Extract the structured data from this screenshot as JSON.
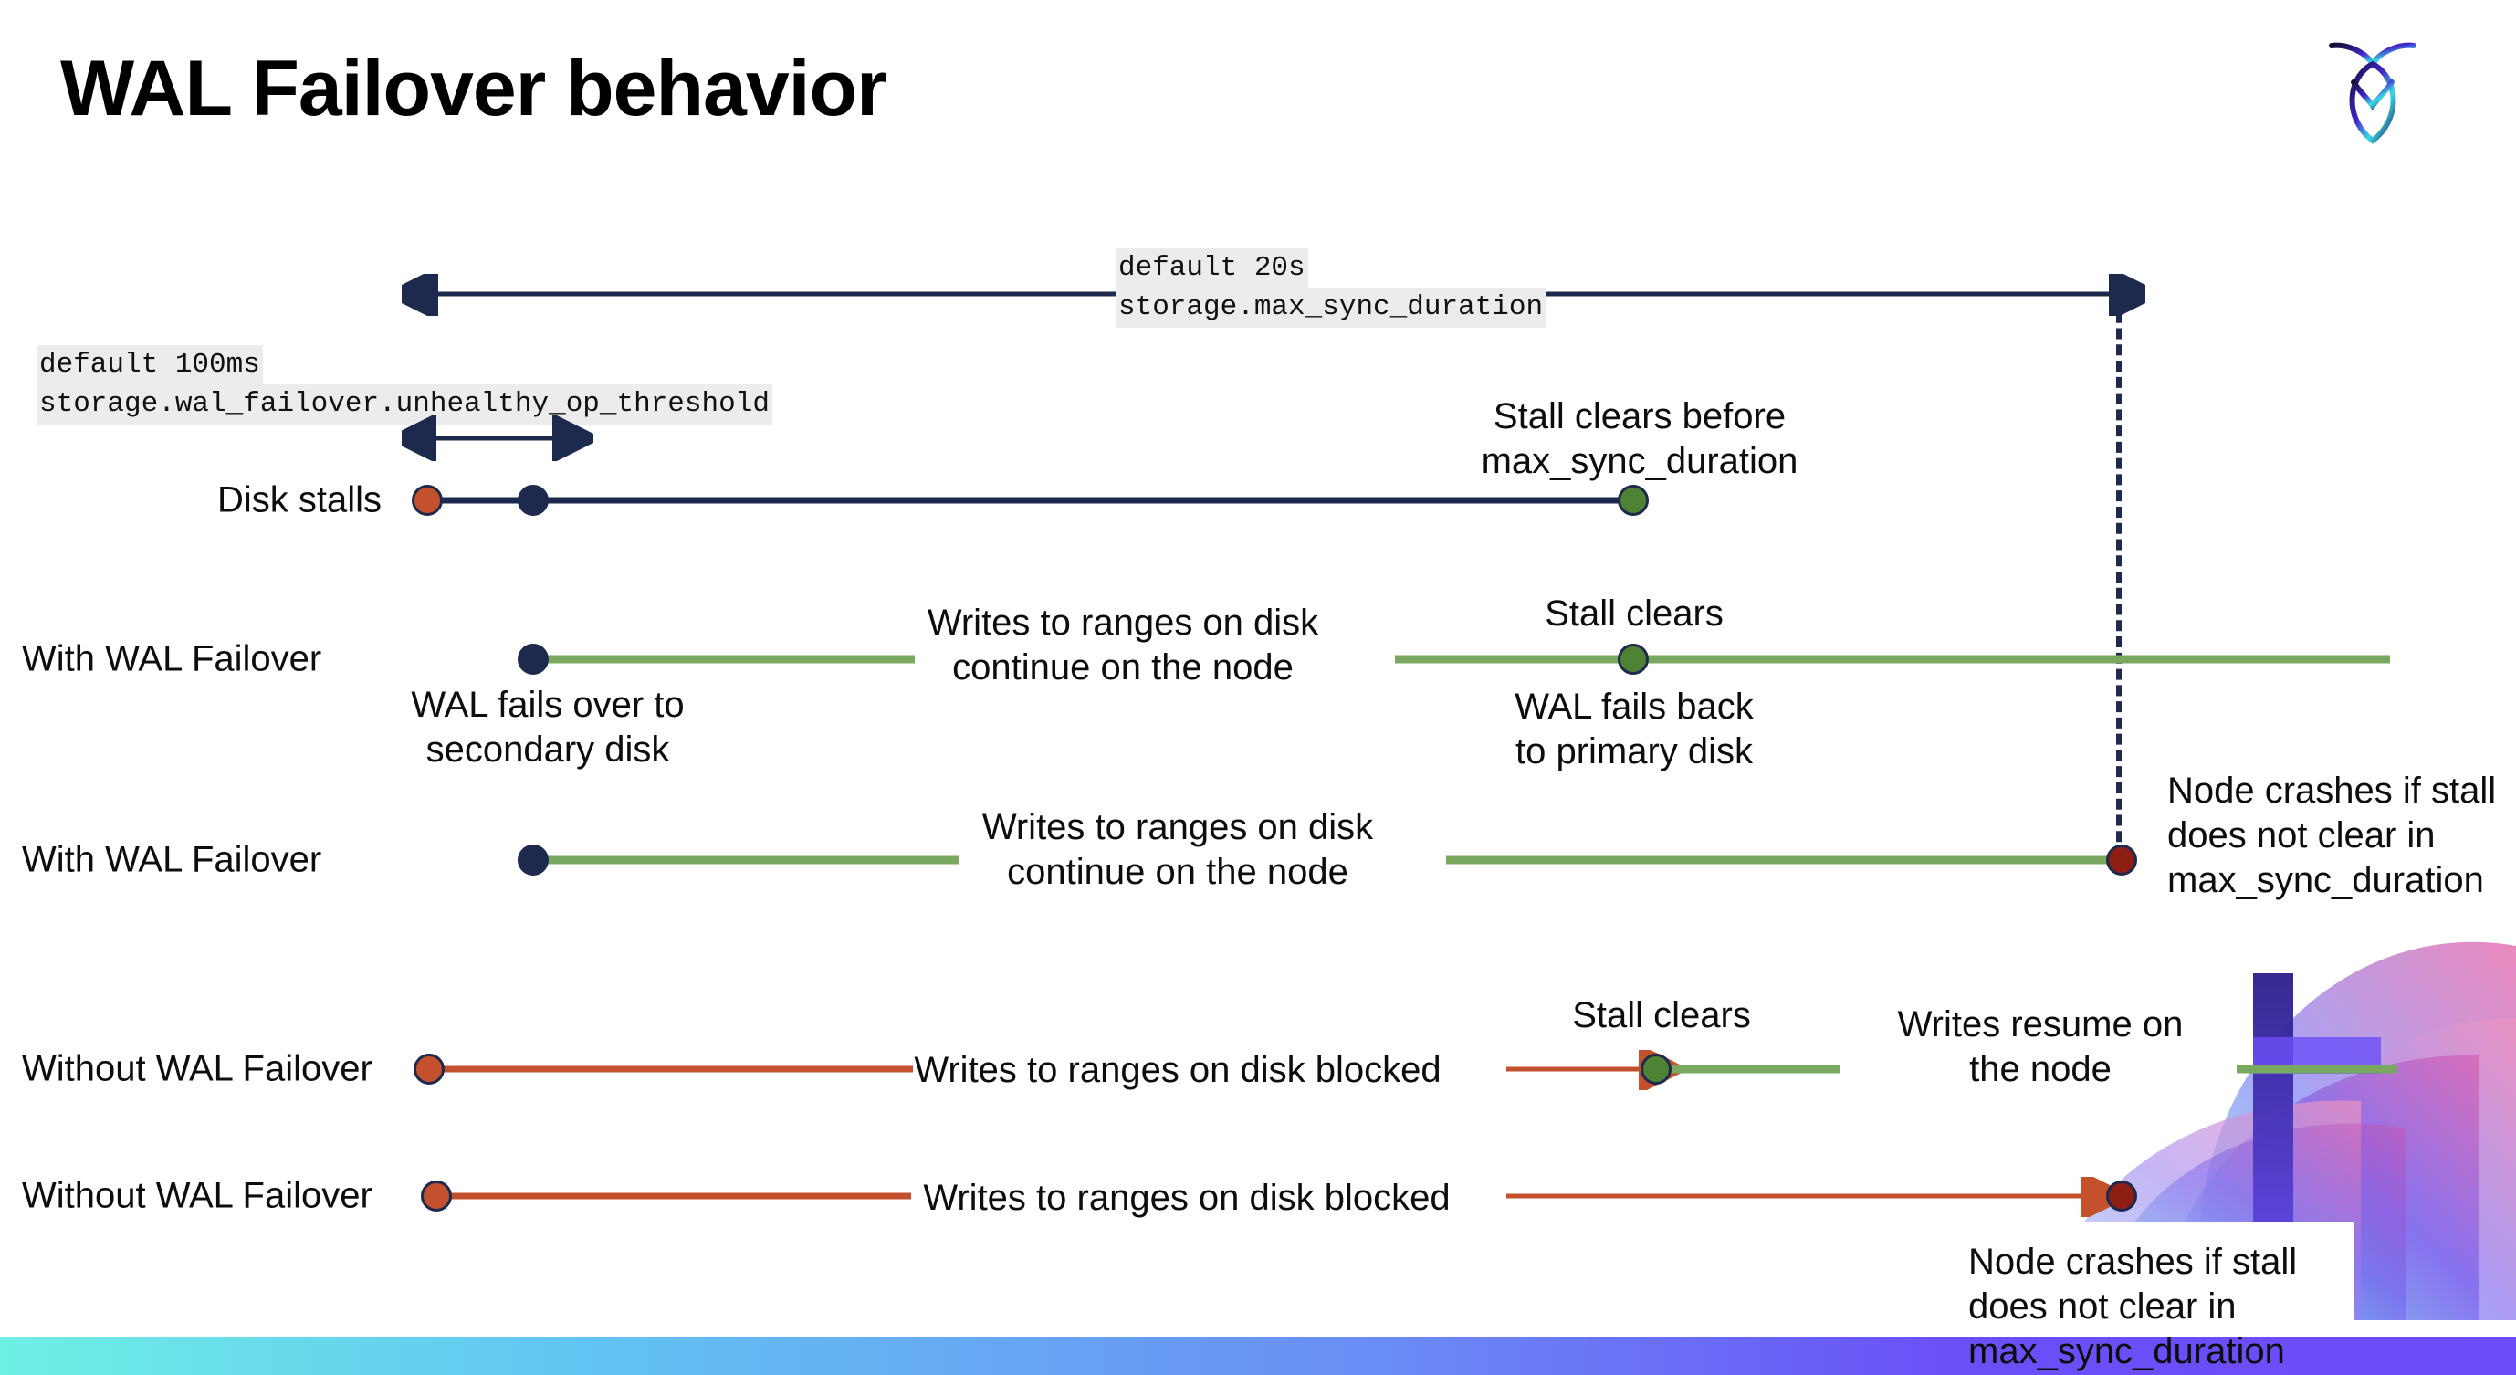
{
  "slide": {
    "title": "WAL Failover behavior",
    "logo_icon": "cockroach-logo-icon"
  },
  "settings": {
    "max_sync": {
      "default_line": "default 20s",
      "setting_line": "storage.max_sync_duration"
    },
    "unhealthy_op": {
      "default_line": "default 100ms",
      "setting_line": "storage.wal_failover.unhealthy_op_threshold"
    }
  },
  "rows": [
    {
      "label": "Disk stalls"
    },
    {
      "label": "With WAL Failover"
    },
    {
      "label": "With WAL Failover"
    },
    {
      "label": "Without WAL Failover"
    },
    {
      "label": "Without WAL Failover"
    }
  ],
  "annotations": {
    "stall_clears_before_max": "Stall clears before\nmax_sync_duration",
    "writes_continue_1": "Writes to ranges on disk\ncontinue on the node",
    "stall_clears_1": "Stall clears",
    "wal_fails_over": "WAL fails over to\nsecondary disk",
    "wal_fails_back": "WAL fails  back\nto primary disk",
    "writes_continue_2": "Writes to ranges on disk\ncontinue on the node",
    "node_crashes_1": "Node crashes if stall\ndoes not clear in\nmax_sync_duration",
    "writes_blocked_1": "Writes to ranges on disk  blocked",
    "stall_clears_2": "Stall clears",
    "writes_resume": "Writes resume on\nthe node",
    "writes_blocked_2": "Writes to ranges on disk  blocked",
    "node_crashes_2": "Node crashes if stall\ndoes not clear in\nmax_sync_duration"
  },
  "colors": {
    "navy": "#1d2a4d",
    "green_line": "#7aa860",
    "green_dot": "#4e8234",
    "red_line": "#c4512d",
    "red_dot": "#c4512d",
    "crash_dot": "#8e1d14",
    "chip_bg": "#ececec"
  }
}
